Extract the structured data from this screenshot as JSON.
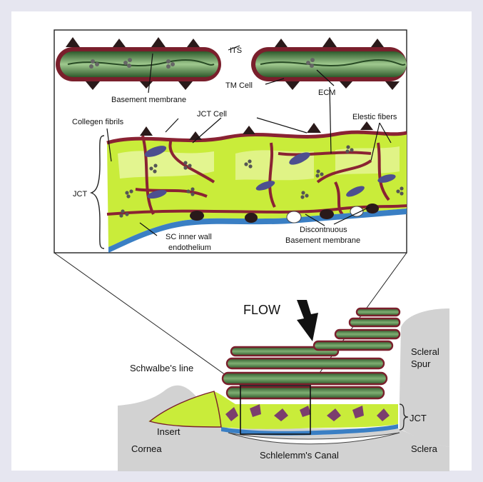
{
  "figure": {
    "inset_labels": {
      "its": "ITS",
      "tm_cell": "TM Cell",
      "basement_membrane": "Basement membrane",
      "ecm": "ECM",
      "jct_cell": "JCT  Cell",
      "collagen_fibrils": "Collegen fibrils",
      "elastic_fibers": "Elestic fibers",
      "jct_inset": "JCT",
      "sc_inner_wall_1": "SC inner wall",
      "sc_inner_wall_2": "endothelium",
      "discontinuous_1": "Discontnuous",
      "discontinuous_2": "Basement  membrane"
    },
    "flow_label": "FLOW",
    "lower_labels": {
      "schwalbes_line": "Schwalbe's line",
      "scleral_spur_1": "Scleral",
      "scleral_spur_2": "Spur",
      "jct": "JCT",
      "insert": "Insert",
      "cornea": "Cornea",
      "schlemms_canal": "Schlelemm's Canal",
      "sclera": "Sclera"
    },
    "colors": {
      "background": "#e6e6f0",
      "jct_green": "#c9ec3a",
      "jct_light": "#eaf7a6",
      "membrane_red": "#8a2333",
      "beam_green": "#3f6b3a",
      "endothelium_blue": "#3a7fc4",
      "tissue_gray": "#d2d2d2"
    }
  }
}
